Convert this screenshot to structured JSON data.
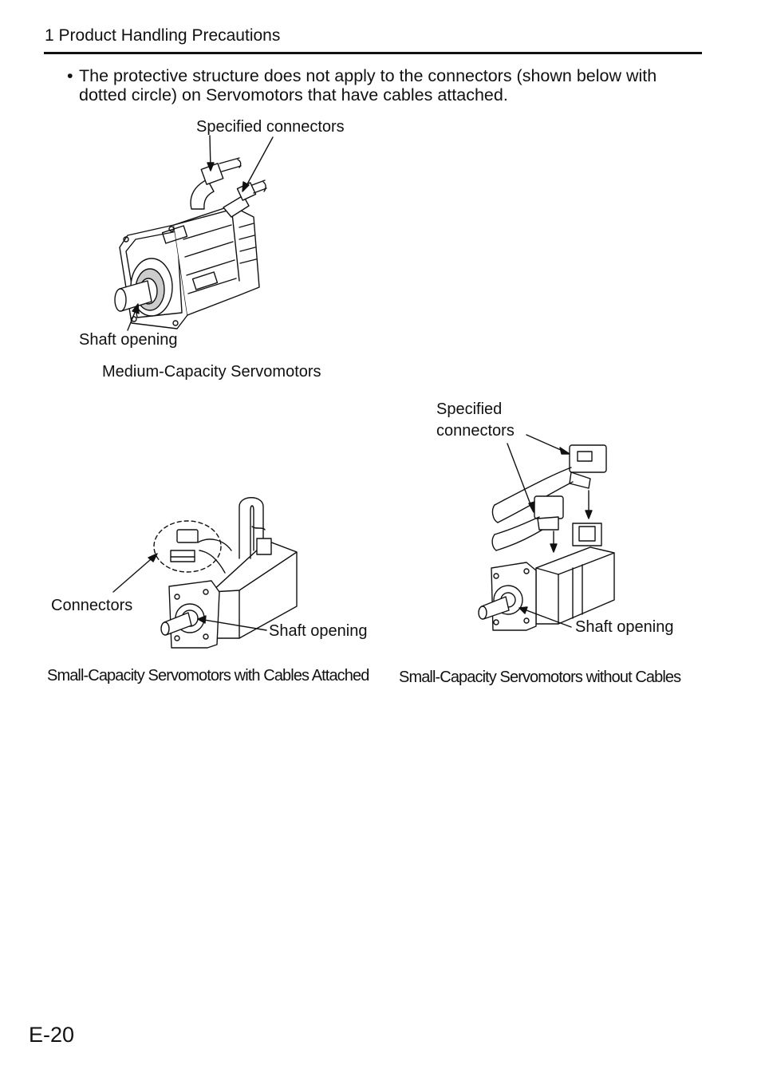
{
  "header": {
    "title": "1  Product Handling Precautions"
  },
  "bullet": {
    "marker": "•",
    "text": "The protective structure does not apply to the connectors (shown below with dotted circle) on Servomotors that have cables attached."
  },
  "figures": {
    "medium": {
      "label_connectors": "Specified connectors",
      "label_shaft": "Shaft opening",
      "caption": "Medium-Capacity Servomotors"
    },
    "small_cables": {
      "label_connectors": "Connectors",
      "label_shaft": "Shaft opening",
      "caption": "Small-Capacity Servomotors with Cables Attached"
    },
    "small_no_cables": {
      "label_connectors_line1": "Specified",
      "label_connectors_line2": "connectors",
      "label_shaft": "Shaft opening",
      "caption": "Small-Capacity Servomotors without Cables"
    }
  },
  "footer": {
    "page_number": "E-20"
  }
}
